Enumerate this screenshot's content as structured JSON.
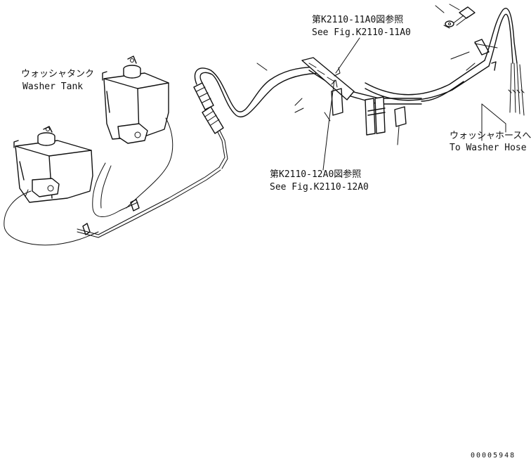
{
  "labels": {
    "washer_tank_jp": "ウォッシャタンク",
    "washer_tank_en": "Washer Tank",
    "ref1_jp": "第K2110-11A0図参照",
    "ref1_en": "See Fig.K2110-11A0",
    "ref2_jp": "第K2110-12A0図参照",
    "ref2_en": "See Fig.K2110-12A0",
    "washer_hose_jp": "ウォッシャホースへ",
    "washer_hose_en": "To Washer Hose",
    "drawing_number": "00005948"
  }
}
